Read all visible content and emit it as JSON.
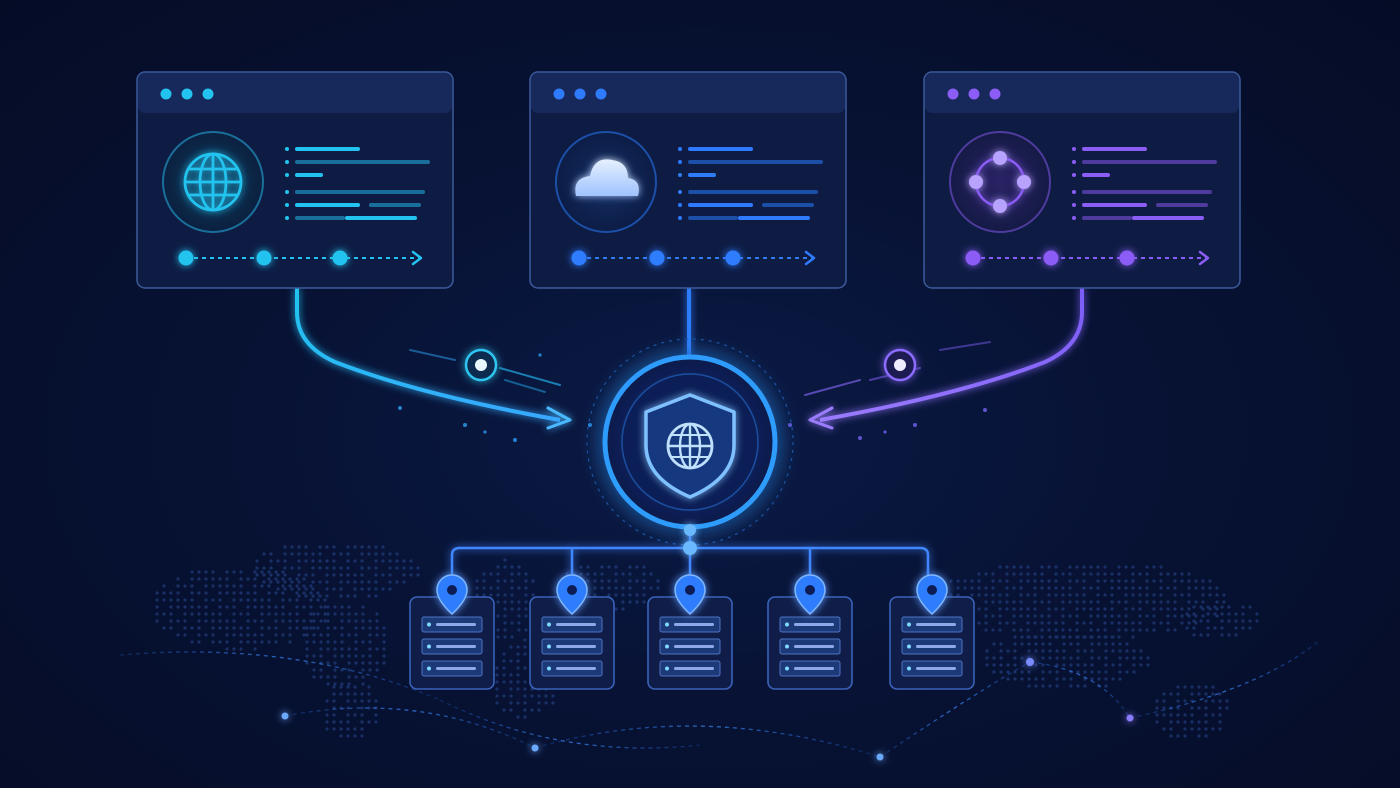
{
  "colors": {
    "background": "#060f2c",
    "cyan": "#22c3ee",
    "blue": "#2f7bff",
    "violet": "#8b5cf6",
    "panel_fill": "#0f1d45",
    "panel_border": "#3a5a9a",
    "hub_glow": "#1e90ff"
  },
  "panels": [
    {
      "id": "web",
      "icon": "globe-icon",
      "accent": "#22c3ee",
      "dim": "#1a6f9a"
    },
    {
      "id": "cloud",
      "icon": "cloud-icon",
      "accent": "#2f7bff",
      "dim": "#1c4fa8"
    },
    {
      "id": "network",
      "icon": "network-ring-icon",
      "accent": "#8b5cf6",
      "dim": "#4f3b9e"
    }
  ],
  "hub": {
    "icon": "shield-globe-icon"
  },
  "servers": [
    {
      "id": "server-1",
      "icon": "location-pin-icon"
    },
    {
      "id": "server-2",
      "icon": "location-pin-icon"
    },
    {
      "id": "server-3",
      "icon": "location-pin-icon"
    },
    {
      "id": "server-4",
      "icon": "location-pin-icon"
    },
    {
      "id": "server-5",
      "icon": "location-pin-icon"
    }
  ],
  "background_map": {
    "icon": "world-map-dots"
  }
}
